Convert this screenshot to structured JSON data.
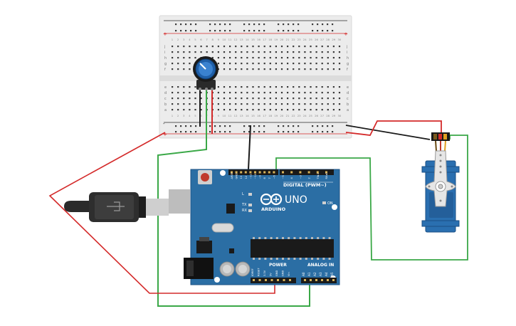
{
  "breadboard": {
    "rail_plus": "+",
    "rail_minus": "-",
    "row_letters_top": [
      "j",
      "i",
      "h",
      "g",
      "f"
    ],
    "row_letters_bottom": [
      "e",
      "d",
      "c",
      "b",
      "a"
    ],
    "column_numbers": [
      "1",
      "2",
      "3",
      "4",
      "5",
      "6",
      "7",
      "8",
      "9",
      "10",
      "11",
      "12",
      "13",
      "14",
      "15",
      "16",
      "17",
      "18",
      "19",
      "20",
      "21",
      "22",
      "23",
      "24",
      "25",
      "26",
      "27",
      "28",
      "29",
      "30"
    ]
  },
  "arduino": {
    "brand": "ARDUINO",
    "model": "UNO",
    "digital_header_label": "DIGITAL (PWM~)",
    "digital_pins": [
      "AREF",
      "GND",
      "13",
      "12",
      "~11",
      "~10",
      "~9",
      "8",
      "7",
      "~6",
      "~5",
      "4",
      "~3",
      "2",
      "TX▸1",
      "RX◂0"
    ],
    "power_header_label": "POWER",
    "power_pins": [
      "IOREF",
      "RESET",
      "3.3V",
      "5V",
      "GND",
      "GND",
      "Vin"
    ],
    "analog_header_label": "ANALOG IN",
    "analog_pins": [
      "A0",
      "A1",
      "A2",
      "A3",
      "A4",
      "A5"
    ],
    "led_labels": [
      "L",
      "TX",
      "RX"
    ],
    "on_label": "ON"
  },
  "colors": {
    "wire_red": "#d42a2a",
    "wire_black": "#1a1a1a",
    "wire_green": "#3aa847",
    "board_blue": "#2b6ea4",
    "breadboard": "#ececec",
    "servo_blue": "#2a6fb0",
    "pot_knob": "#1f5fa8"
  },
  "icons": [
    "usb-cable-icon",
    "potentiometer-icon",
    "servo-motor-icon",
    "arduino-logo-icon"
  ]
}
